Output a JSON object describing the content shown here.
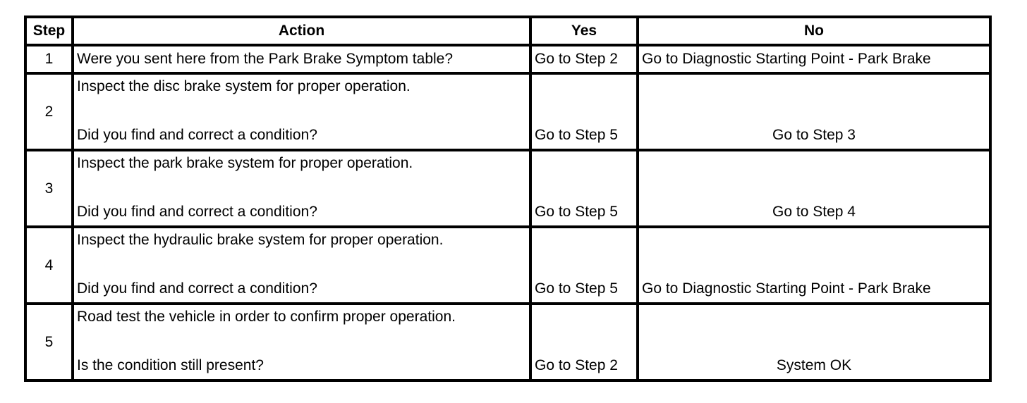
{
  "table": {
    "headers": {
      "step": "Step",
      "action": "Action",
      "yes": "Yes",
      "no": "No"
    },
    "rows": [
      {
        "step": "1",
        "action_line1": "Were you sent here from the Park Brake Symptom table?",
        "yes": "Go to Step 2",
        "no": "Go to Diagnostic Starting Point - Park Brake"
      },
      {
        "step": "2",
        "action_line1": "Inspect the disc brake system for proper operation.",
        "action_line2": "Did you find and correct a condition?",
        "yes": "Go to Step 5",
        "no": "Go to Step 3"
      },
      {
        "step": "3",
        "action_line1": "Inspect the park brake system for proper operation.",
        "action_line2": "Did you find and correct a condition?",
        "yes": "Go to Step 5",
        "no": "Go to Step 4"
      },
      {
        "step": "4",
        "action_line1": "Inspect the hydraulic brake system for proper operation.",
        "action_line2": "Did you find and correct a condition?",
        "yes": "Go to Step 5",
        "no": "Go to Diagnostic Starting Point - Park Brake"
      },
      {
        "step": "5",
        "action_line1": "Road test the vehicle in order to confirm proper operation.",
        "action_line2": "Is the condition still present?",
        "yes": "Go to Step 2",
        "no": "System OK"
      }
    ]
  }
}
